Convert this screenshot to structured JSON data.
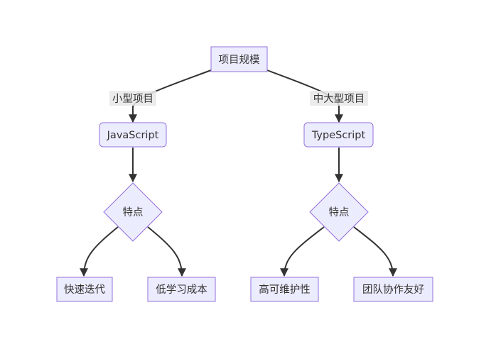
{
  "diagram": {
    "root": "项目规模",
    "branches": [
      {
        "edge_label": "小型项目",
        "language": "JavaScript",
        "decision": "特点",
        "traits": [
          "快速迭代",
          "低学习成本"
        ]
      },
      {
        "edge_label": "中大型项目",
        "language": "TypeScript",
        "decision": "特点",
        "traits": [
          "高可维护性",
          "团队协作友好"
        ]
      }
    ]
  },
  "colors": {
    "node_fill": "#ECECFF",
    "node_stroke": "#9370DB",
    "edge": "#333333",
    "edge_label_bg": "#E8E8E8",
    "text": "#333333"
  }
}
